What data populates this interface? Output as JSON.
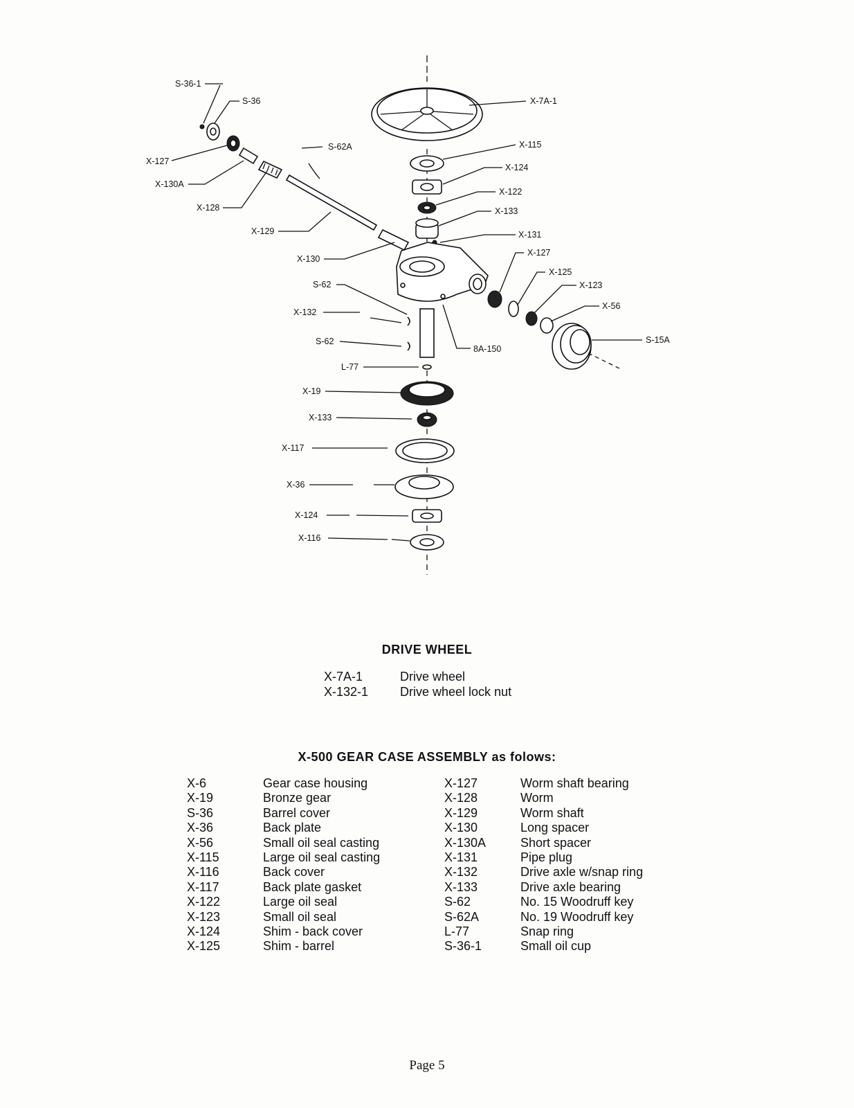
{
  "diagram": {
    "callouts": {
      "S-36-1": "S-36-1",
      "S-36": "S-36",
      "X-127a": "X-127",
      "X-130A": "X-130A",
      "X-128": "X-128",
      "S-62A": "S-62A",
      "X-129": "X-129",
      "X-130": "X-130",
      "S-62a": "S-62",
      "X-132": "X-132",
      "S-62b": "S-62",
      "L-77": "L-77",
      "X-19": "X-19",
      "X-133b": "X-133",
      "X-117": "X-117",
      "X-36": "X-36",
      "X-124b": "X-124",
      "X-116": "X-116",
      "X-7A-1": "X-7A-1",
      "X-115": "X-115",
      "X-124a": "X-124",
      "X-122": "X-122",
      "X-133a": "X-133",
      "X-131": "X-131",
      "X-127b": "X-127",
      "X-125": "X-125",
      "X-123": "X-123",
      "X-56": "X-56",
      "S-15A": "S-15A",
      "8A-150": "8A-150"
    }
  },
  "drive_wheel": {
    "title": "DRIVE WHEEL",
    "items": [
      {
        "code": "X-7A-1",
        "desc": "Drive wheel"
      },
      {
        "code": "X-132-1",
        "desc": "Drive wheel lock nut"
      }
    ]
  },
  "gear_case": {
    "title": "X-500 GEAR CASE ASSEMBLY as folows:",
    "left": [
      {
        "code": "X-6",
        "desc": "Gear case housing"
      },
      {
        "code": "X-19",
        "desc": "Bronze gear"
      },
      {
        "code": "S-36",
        "desc": "Barrel cover"
      },
      {
        "code": "X-36",
        "desc": "Back plate"
      },
      {
        "code": "X-56",
        "desc": "Small oil seal casting"
      },
      {
        "code": "X-115",
        "desc": "Large oil seal casting"
      },
      {
        "code": "X-116",
        "desc": "Back cover"
      },
      {
        "code": "X-117",
        "desc": "Back plate gasket"
      },
      {
        "code": "X-122",
        "desc": "Large oil seal"
      },
      {
        "code": "X-123",
        "desc": "Small oil seal"
      },
      {
        "code": "X-124",
        "desc": "Shim - back cover"
      },
      {
        "code": "X-125",
        "desc": "Shim - barrel"
      }
    ],
    "right": [
      {
        "code": "X-127",
        "desc": "Worm shaft bearing"
      },
      {
        "code": "X-128",
        "desc": "Worm"
      },
      {
        "code": "X-129",
        "desc": "Worm shaft"
      },
      {
        "code": "X-130",
        "desc": "Long spacer"
      },
      {
        "code": "X-130A",
        "desc": "Short spacer"
      },
      {
        "code": "X-131",
        "desc": "Pipe plug"
      },
      {
        "code": "X-132",
        "desc": "Drive axle w/snap ring"
      },
      {
        "code": "X-133",
        "desc": "Drive axle bearing"
      },
      {
        "code": "S-62",
        "desc": "No. 15 Woodruff key"
      },
      {
        "code": "S-62A",
        "desc": "No. 19 Woodruff key"
      },
      {
        "code": "L-77",
        "desc": "Snap ring"
      },
      {
        "code": "S-36-1",
        "desc": "Small oil cup"
      }
    ]
  },
  "footer": {
    "page": "Page 5"
  }
}
